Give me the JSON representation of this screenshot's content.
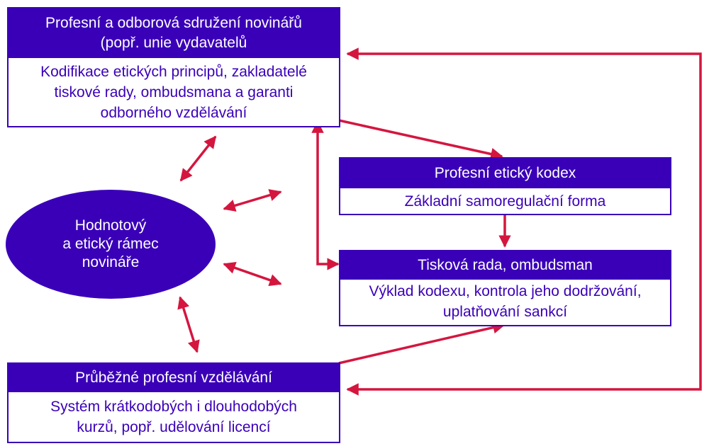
{
  "colors": {
    "box_fill": "#3a00b8",
    "box_text": "#3a00b8",
    "header_text": "#ffffff",
    "arrow": "#d4163f",
    "ellipse_fill": "#3a00b8"
  },
  "professional_associations": {
    "title": "Profesní a odborová sdružení novinářů\n(popř. unie vydavatelů",
    "description": "Kodifikace etických principů, zakladatelé\ntiskové rady, ombudsmana a garanti\nodborného vzdělávání"
  },
  "ethical_code": {
    "title": "Profesní etický kodex",
    "description": "Základní samoregulační forma"
  },
  "press_council": {
    "title": "Tisková rada, ombudsman",
    "description": "Výklad kodexu, kontrola jeho dodržování,\nuplatňování sankcí"
  },
  "education": {
    "title": "Průběžné profesní vzdělávání",
    "description": "Systém krátkodobých i dlouhodobých\nkurzů, popř. udělování licencí"
  },
  "value_frame": {
    "label": "Hodnotový\na etický rámec\nnovináře"
  }
}
